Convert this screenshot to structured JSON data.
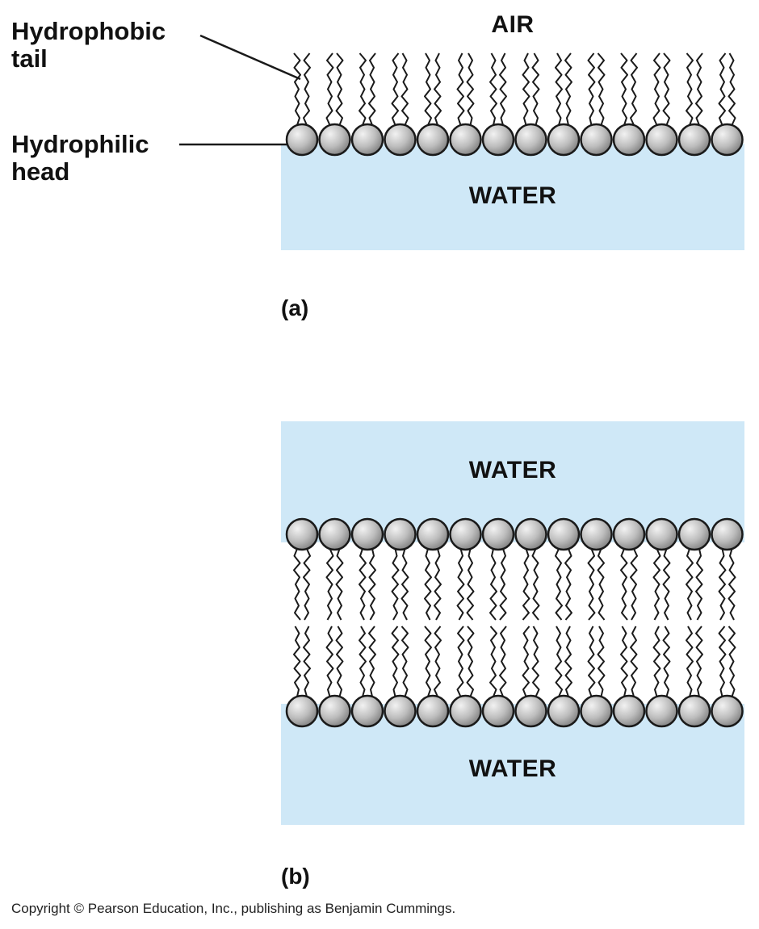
{
  "labels": {
    "tail_line1": "Hydrophobic",
    "tail_line2": "tail",
    "head_line1": "Hydrophilic",
    "head_line2": "head"
  },
  "panel_a": {
    "top_medium": "AIR",
    "bottom_medium": "WATER",
    "caption": "(a)"
  },
  "panel_b": {
    "top_medium": "WATER",
    "bottom_medium": "WATER",
    "caption": "(b)"
  },
  "copyright": "Copyright © Pearson Education, Inc., publishing as Benjamin Cummings.",
  "colors": {
    "water": "#cfe8f7",
    "head_fill_light": "#f2f2f2",
    "head_fill_dark": "#7d7d7d",
    "stroke": "#1a1a1a",
    "text": "#111111"
  },
  "icons": {
    "head": "phospholipid-head-icon",
    "tail": "fatty-acid-tail-icon"
  },
  "molecules_per_row": 14
}
